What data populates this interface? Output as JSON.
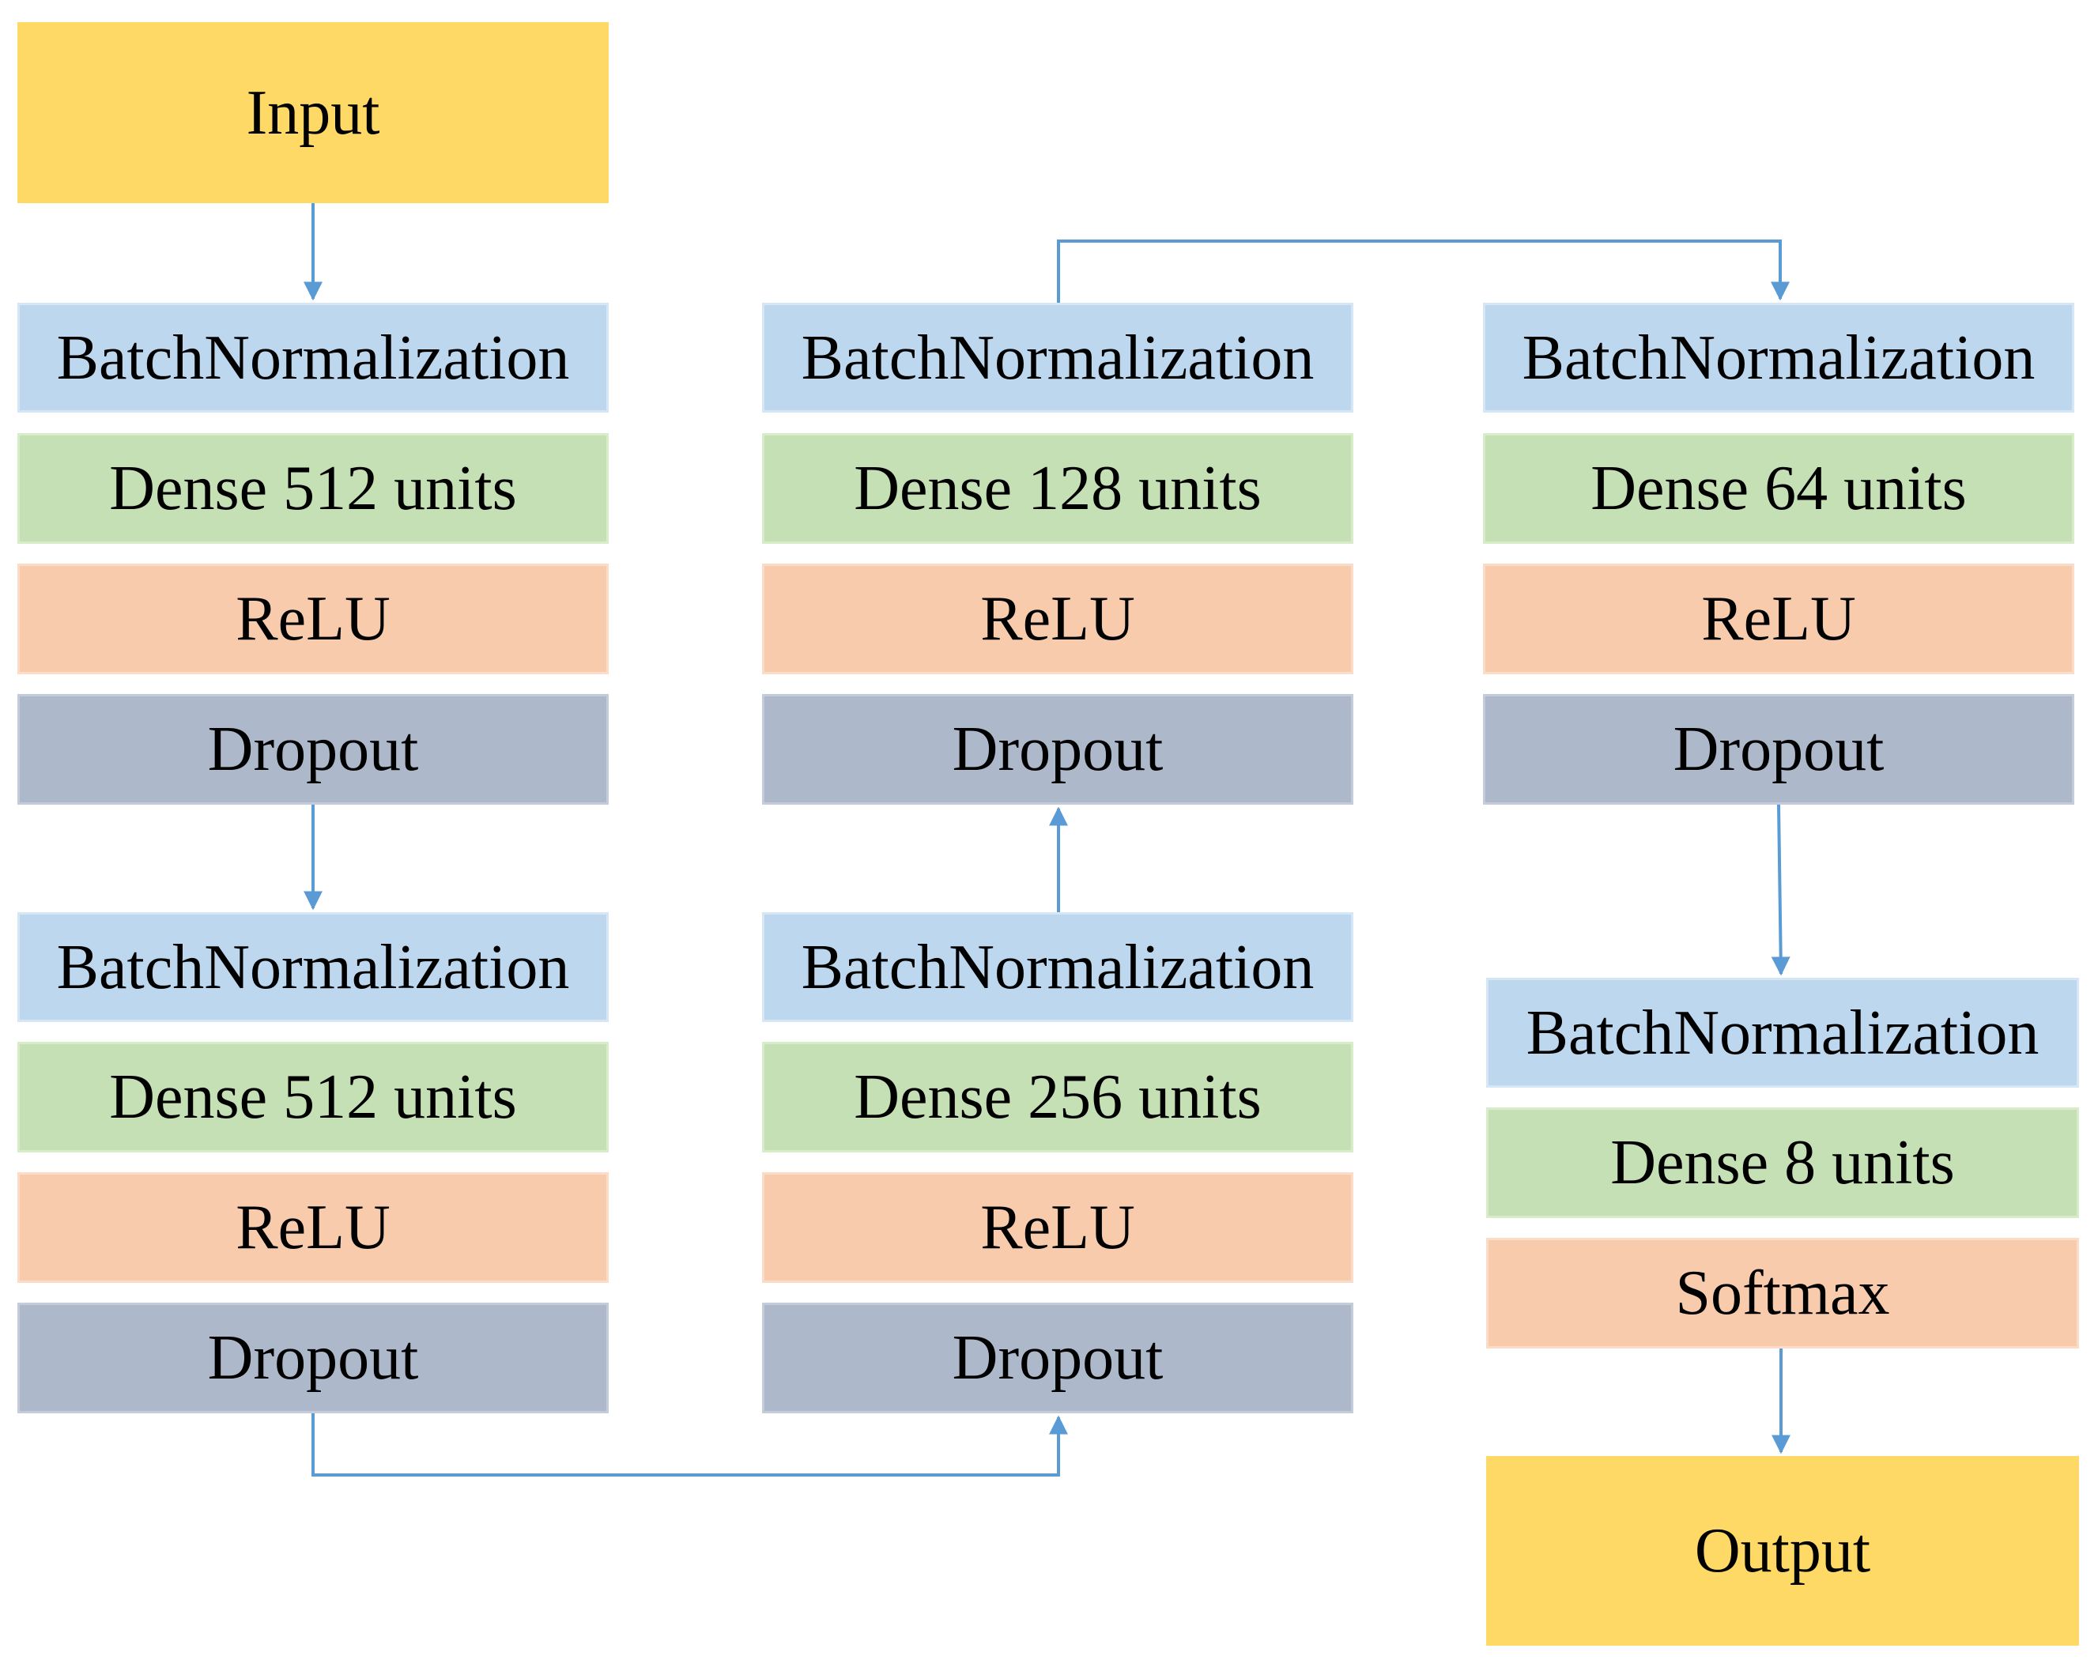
{
  "colors": {
    "io": "#FFD966",
    "batchnorm": "#BDD7EE",
    "dense": "#C5E0B4",
    "activation": "#F8CBAD",
    "dropout": "#ADB9CA",
    "arrow": "#5B9BD5"
  },
  "input": {
    "label": "Input"
  },
  "output": {
    "label": "Output"
  },
  "blocks": [
    {
      "batchnorm": "BatchNormalization",
      "dense": "Dense 512 units",
      "activation": "ReLU",
      "dropout": "Dropout"
    },
    {
      "batchnorm": "BatchNormalization",
      "dense": "Dense 512 units",
      "activation": "ReLU",
      "dropout": "Dropout"
    },
    {
      "batchnorm": "BatchNormalization",
      "dense": "Dense 256 units",
      "activation": "ReLU",
      "dropout": "Dropout"
    },
    {
      "batchnorm": "BatchNormalization",
      "dense": "Dense 128 units",
      "activation": "ReLU",
      "dropout": "Dropout"
    },
    {
      "batchnorm": "BatchNormalization",
      "dense": "Dense 64 units",
      "activation": "ReLU",
      "dropout": "Dropout"
    },
    {
      "batchnorm": "BatchNormalization",
      "dense": "Dense 8 units",
      "activation": "Softmax"
    }
  ]
}
